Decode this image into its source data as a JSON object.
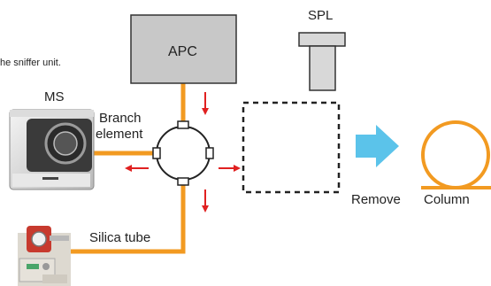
{
  "caption": "he sniffer unit.",
  "labels": {
    "apc": "APC",
    "spl": "SPL",
    "ms": "MS",
    "branch_line1": "Branch",
    "branch_line2": "element",
    "silica_tube": "Silica tube",
    "remove": "Remove",
    "column": "Column"
  },
  "icons": {
    "ms_instrument": "mass-spectrometer-icon",
    "sniffer_unit": "sniffer-unit-icon",
    "branch": "branch-element-icon",
    "column_coil": "column-coil-icon"
  },
  "colors": {
    "tubing": "#f29a21",
    "flow_arrow": "#e02020",
    "process_arrow": "#5bc3ea",
    "apc_box": "#c8c8c8",
    "spl_fill": "#d8d8d8",
    "outline": "#333333"
  }
}
